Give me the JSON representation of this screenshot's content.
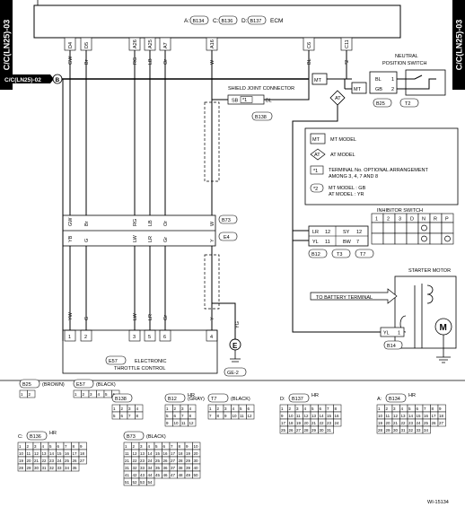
{
  "side_tabs": {
    "left": "C/C(LN25)-03",
    "right": "C/C(LN25)-03"
  },
  "ecm": {
    "title": "ECM",
    "connectors": [
      {
        "prefix": "A:",
        "id": "B134"
      },
      {
        "prefix": "C:",
        "id": "B136"
      },
      {
        "prefix": "D:",
        "id": "B137"
      }
    ],
    "pins": [
      "D4",
      "D5",
      "A26",
      "A25",
      "A7",
      "A16",
      "C6",
      "C11"
    ]
  },
  "wires": {
    "top": [
      "GW",
      "Br",
      "RG",
      "LB",
      "Or",
      "W",
      "BL",
      "*2"
    ],
    "middle_upper": [
      "GW",
      "Br",
      "RG",
      "LB",
      "Or",
      "W"
    ],
    "middle_lower": [
      "YB",
      "G",
      "LW",
      "LR",
      "Gr",
      "Y"
    ],
    "bottom": [
      "YW",
      "G",
      "LW",
      "LR",
      "Gr",
      "Y"
    ]
  },
  "cc_ref": "C/C(LN25)-02",
  "cc_ref_letter": "B",
  "shield_joint": {
    "label": "SHIELD JOINT CONNECTOR",
    "id": "B138",
    "wire_sb": "SB",
    "wire_bl": "BL",
    "star": "*1"
  },
  "connectors": {
    "b73": "B73",
    "e4": "E4"
  },
  "neutral_switch": {
    "title_line1": "NEUTRAL",
    "title_line2": "POSITION SWITCH",
    "wires": [
      "BL",
      "GB"
    ],
    "pins": [
      "1",
      "2"
    ],
    "ids": [
      "B25",
      "T2"
    ]
  },
  "mt_at_labels": {
    "mt": "MT",
    "at": "AT"
  },
  "legend": {
    "mt_text": "MT MODEL",
    "at_text": "AT MODEL",
    "star1_text_line1": "TERMINAL No. OPTIONAL ARRANGEMENT",
    "star1_text_line2": "AMONG 3, 4, 7 AND 8",
    "star2_text_line1": "MT MODEL : GB",
    "star2_text_line2": "AT MODEL : YR",
    "star1": "*1",
    "star2": "*2"
  },
  "inhibitor": {
    "title": "INHIBITOR SWITCH",
    "positions": [
      "1",
      "2",
      "3",
      "D",
      "N",
      "R",
      "P"
    ],
    "rows": [
      {
        "left_wire": "LR",
        "left_pin": "12",
        "right_wire": "SY",
        "right_pin": "12"
      },
      {
        "left_wire": "YL",
        "left_pin": "11",
        "right_wire": "BW",
        "right_pin": "7"
      }
    ],
    "ids": [
      "B12",
      "T3",
      "T7"
    ]
  },
  "starter": {
    "title": "STARTER MOTOR",
    "to_battery": "TO BATTERY TERMINAL",
    "wire": "YL",
    "pin": "1",
    "id": "B14",
    "motor": "M"
  },
  "throttle": {
    "id": "E57",
    "label_line1": "ELECTRONIC",
    "label_line2": "THROTTLE CONTROL",
    "pins": [
      "1",
      "2",
      "3",
      "5",
      "6",
      "4"
    ]
  },
  "ground": {
    "wire": "YG",
    "symbol": "E",
    "id": "GE-2"
  },
  "connector_views": [
    {
      "id": "B25",
      "note": "(BROWN)",
      "pins": [
        "1",
        "2"
      ]
    },
    {
      "id": "E57",
      "note": "(BLACK)",
      "pins": [
        "1",
        "2",
        "3",
        "4",
        "5",
        "6"
      ]
    },
    {
      "id": "B138",
      "note": "",
      "pins": [
        "1",
        "2",
        "3",
        "4",
        "5",
        "6",
        "7",
        "8"
      ]
    },
    {
      "id": "B12",
      "note": "(GRAY)",
      "hr": "HR",
      "pins": [
        "1",
        "2",
        "3",
        "4",
        "5",
        "6",
        "7",
        "8",
        "9",
        "10",
        "11",
        "12"
      ]
    },
    {
      "id": "T7",
      "note": "(BLACK)",
      "pins": [
        "1",
        "2",
        "3",
        "4",
        "5",
        "6",
        "7",
        "8",
        "9",
        "10",
        "11",
        "12"
      ]
    },
    {
      "id": "B137",
      "prefix": "D:",
      "hr": "HR",
      "pins": [
        "1",
        "2",
        "3",
        "4",
        "5",
        "6",
        "7",
        "8",
        "9",
        "10",
        "11",
        "12",
        "13",
        "14",
        "15",
        "16",
        "17",
        "18",
        "19",
        "20",
        "21",
        "22",
        "23",
        "24",
        "25",
        "26",
        "27",
        "28",
        "29",
        "30",
        "31"
      ]
    },
    {
      "id": "B134",
      "prefix": "A:",
      "hr": "HR",
      "pins": [
        "1",
        "2",
        "3",
        "4",
        "5",
        "6",
        "7",
        "8",
        "9",
        "10",
        "11",
        "12",
        "13",
        "14",
        "15",
        "16",
        "17",
        "18",
        "19",
        "20",
        "21",
        "22",
        "23",
        "24",
        "25",
        "26",
        "27",
        "28",
        "29",
        "30",
        "31",
        "32",
        "33",
        "34"
      ]
    },
    {
      "id": "B136",
      "prefix": "C:",
      "hr": "HR",
      "pins": [
        "1",
        "2",
        "3",
        "4",
        "5",
        "6",
        "7",
        "8",
        "9",
        "10",
        "11",
        "12",
        "13",
        "14",
        "15",
        "16",
        "17",
        "18",
        "19",
        "20",
        "21",
        "22",
        "23",
        "24",
        "25",
        "26",
        "27",
        "28",
        "29",
        "30",
        "31",
        "32",
        "33",
        "34",
        "35"
      ]
    },
    {
      "id": "B73",
      "note": "(BLACK)",
      "pins": [
        "1",
        "2",
        "3",
        "4",
        "5",
        "6",
        "7",
        "8",
        "9",
        "10",
        "11",
        "12",
        "13",
        "14",
        "15",
        "16",
        "17",
        "18",
        "19",
        "20",
        "21",
        "22",
        "23",
        "24",
        "25",
        "26",
        "27",
        "28",
        "29",
        "30",
        "31",
        "32",
        "33",
        "34",
        "35",
        "36",
        "37",
        "38",
        "39",
        "40",
        "41",
        "42",
        "43",
        "44",
        "45",
        "46",
        "47",
        "48",
        "49",
        "50",
        "51",
        "52",
        "53",
        "54"
      ]
    }
  ],
  "figure_id": "WI-15134"
}
